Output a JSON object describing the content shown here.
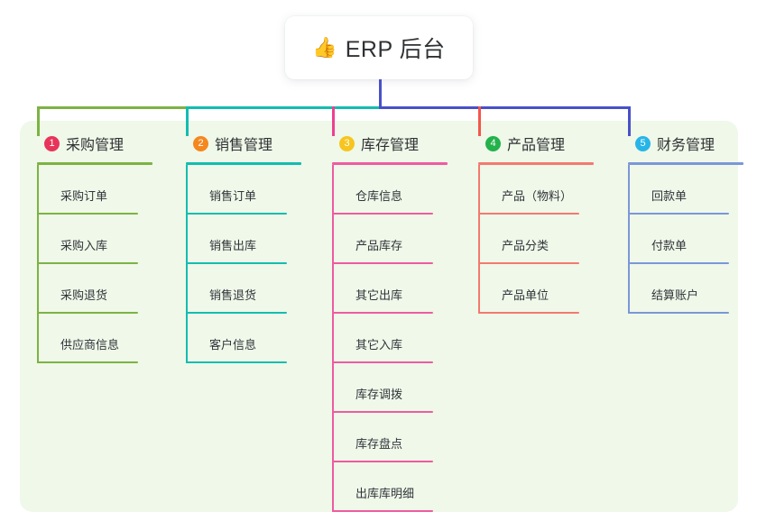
{
  "diagram": {
    "root": {
      "icon": "thumbs-up-icon",
      "icon_glyph": "👍",
      "label": "ERP 后台"
    },
    "panel_color": "#eff8e9",
    "bus_colors": {
      "segment_1": "#7cb342",
      "segment_2": "#13bdb0",
      "segment_3": "#4850c9",
      "root_stem": "#4850c9"
    },
    "columns": [
      {
        "number": "1",
        "title": "采购管理",
        "badge_color": "#e8345a",
        "line_color": "#7cb342",
        "stem_color": "#7cb342",
        "items": [
          {
            "label": "采购订单"
          },
          {
            "label": "采购入库"
          },
          {
            "label": "采购退货"
          },
          {
            "label": "供应商信息"
          }
        ]
      },
      {
        "number": "2",
        "title": "销售管理",
        "badge_color": "#f5871f",
        "line_color": "#13bdb0",
        "stem_color": "#13bdb0",
        "items": [
          {
            "label": "销售订单"
          },
          {
            "label": "销售出库"
          },
          {
            "label": "销售退货"
          },
          {
            "label": "客户信息"
          }
        ]
      },
      {
        "number": "3",
        "title": "库存管理",
        "badge_color": "#f7c51e",
        "line_color": "#ef5ba1",
        "stem_color": "#ef3f92",
        "items": [
          {
            "label": "仓库信息"
          },
          {
            "label": "产品库存"
          },
          {
            "label": "其它出库"
          },
          {
            "label": "其它入库"
          },
          {
            "label": "库存调拨"
          },
          {
            "label": "库存盘点"
          },
          {
            "label": "出库库明细"
          }
        ]
      },
      {
        "number": "4",
        "title": "产品管理",
        "badge_color": "#23b24b",
        "line_color": "#f4796f",
        "stem_color": "#f4564c",
        "items": [
          {
            "label": "产品（物料）"
          },
          {
            "label": "产品分类"
          },
          {
            "label": "产品单位"
          }
        ]
      },
      {
        "number": "5",
        "title": "财务管理",
        "badge_color": "#27b5e8",
        "line_color": "#7b97d8",
        "stem_color": "#4850c9",
        "items": [
          {
            "label": "回款单"
          },
          {
            "label": "付款单"
          },
          {
            "label": "结算账户"
          }
        ]
      }
    ]
  }
}
